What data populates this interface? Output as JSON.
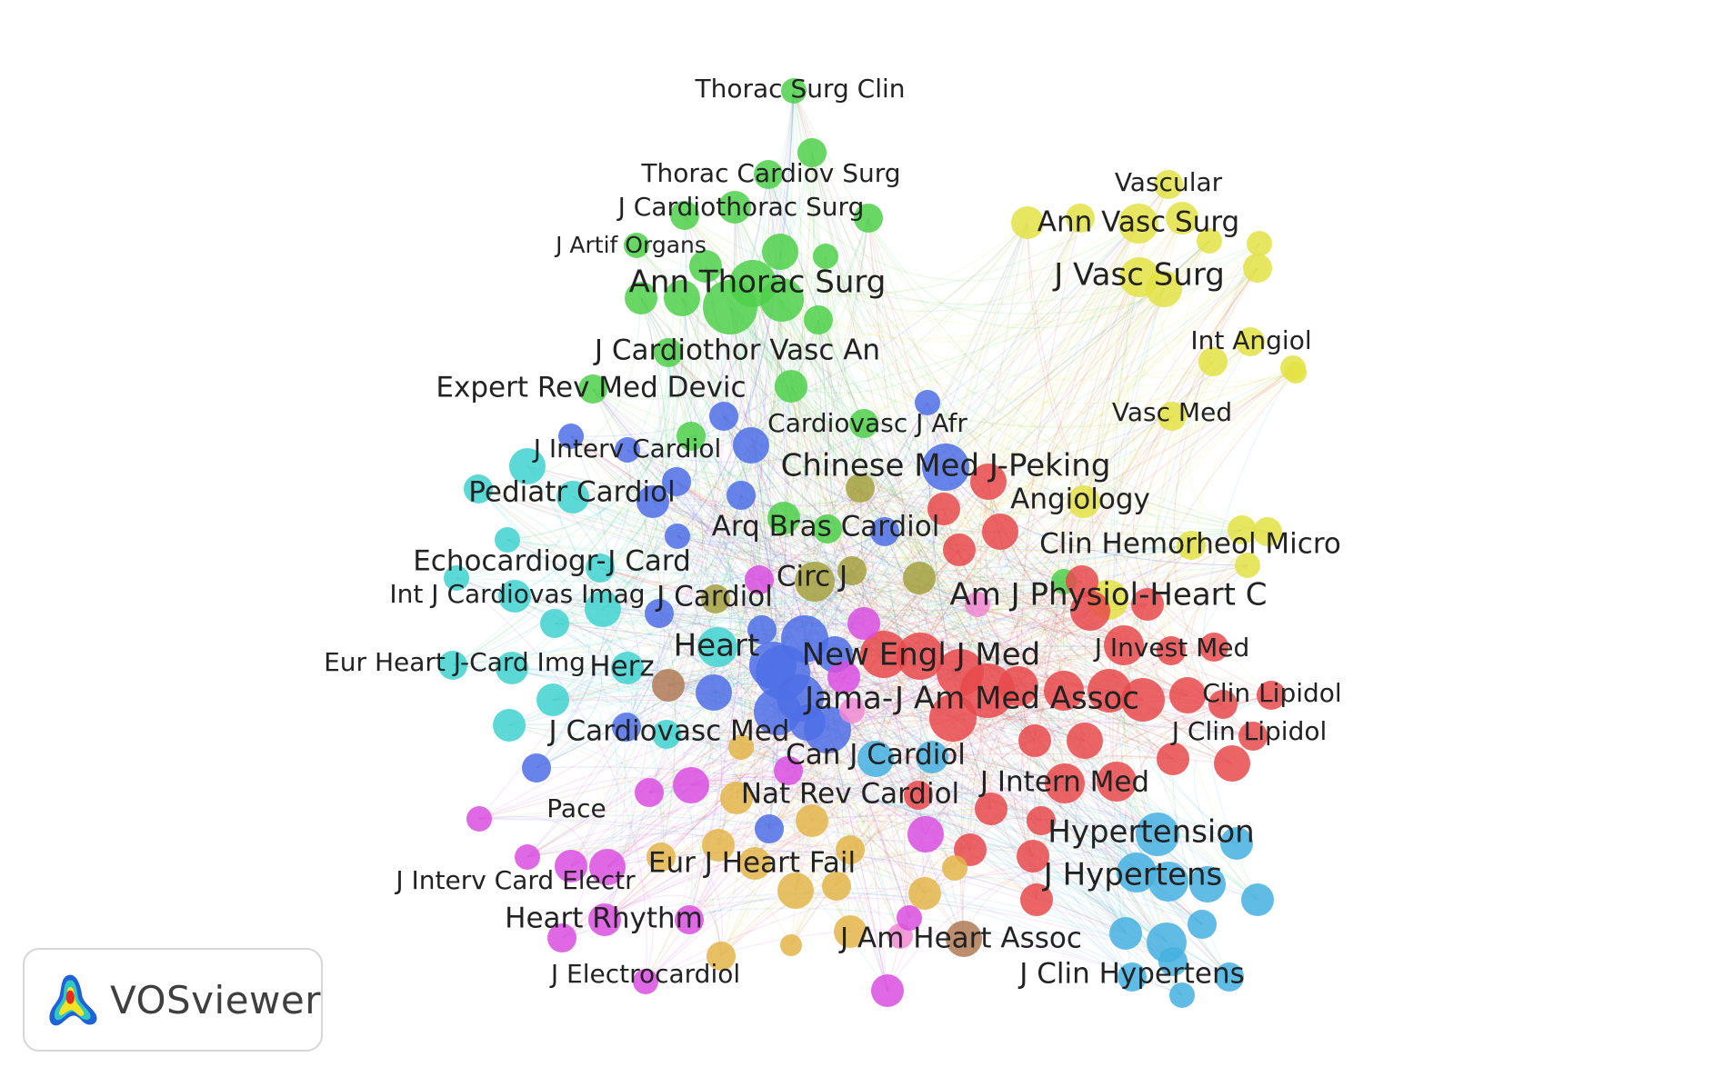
{
  "brand": {
    "name": "VOSviewer",
    "logo_icon": "vosviewer-heatmap-logo-icon"
  },
  "clusters": {
    "red": "#e8494b",
    "green": "#4ed04a",
    "blue": "#4d6fe6",
    "yellow": "#e3e244",
    "cyan": "#40d2d0",
    "magenta": "#d94ee0",
    "orange": "#e3b54a",
    "lightblue": "#45b0e0",
    "brown": "#b07a55",
    "olive": "#a5a040",
    "pink": "#f08ad2"
  },
  "labels": [
    {
      "id": "thorac-surg-clin",
      "text": "Thorac Surg Clin",
      "cluster": "green",
      "size": 1
    },
    {
      "id": "thorac-cardiov-surg",
      "text": "Thorac Cardiov Surg",
      "cluster": "green",
      "size": 1
    },
    {
      "id": "j-cardiothorac-surg",
      "text": "J Cardiothorac Surg",
      "cluster": "green",
      "size": 1
    },
    {
      "id": "j-artif-organs",
      "text": "J Artif Organs",
      "cluster": "green",
      "size": 0
    },
    {
      "id": "ann-thorac-surg",
      "text": "Ann Thorac Surg",
      "cluster": "green",
      "size": 3
    },
    {
      "id": "j-cardiothor-vasc-an",
      "text": "J Cardiothor Vasc An",
      "cluster": "green",
      "size": 2
    },
    {
      "id": "expert-rev-med-devic",
      "text": "Expert Rev Med Devic",
      "cluster": "green",
      "size": 2
    },
    {
      "id": "cardiovasc-j-afr",
      "text": "Cardiovasc J Afr",
      "cluster": "green",
      "size": 1
    },
    {
      "id": "arq-bras-cardiol",
      "text": "Arq Bras Cardiol",
      "cluster": "green",
      "size": 2
    },
    {
      "id": "vascular",
      "text": "Vascular",
      "cluster": "yellow",
      "size": 1
    },
    {
      "id": "ann-vasc-surg",
      "text": "Ann Vasc Surg",
      "cluster": "yellow",
      "size": 2
    },
    {
      "id": "j-vasc-surg",
      "text": "J Vasc Surg",
      "cluster": "yellow",
      "size": 3
    },
    {
      "id": "int-angiol",
      "text": "Int Angiol",
      "cluster": "yellow",
      "size": 1
    },
    {
      "id": "vasc-med",
      "text": "Vasc Med",
      "cluster": "yellow",
      "size": 1
    },
    {
      "id": "angiology",
      "text": "Angiology",
      "cluster": "yellow",
      "size": 2
    },
    {
      "id": "clin-hemorheol-micro",
      "text": "Clin Hemorheol Micro",
      "cluster": "yellow",
      "size": 2
    },
    {
      "id": "j-interv-cardiol",
      "text": "J Interv Cardiol",
      "cluster": "blue",
      "size": 1
    },
    {
      "id": "chinese-med-j-peking",
      "text": "Chinese Med J-Peking",
      "cluster": "blue",
      "size": 3
    },
    {
      "id": "pediatr-cardiol",
      "text": "Pediatr Cardiol",
      "cluster": "cyan",
      "size": 2
    },
    {
      "id": "echocardiogr-j-card",
      "text": "Echocardiogr-J Card",
      "cluster": "cyan",
      "size": 2
    },
    {
      "id": "int-j-cardiovas-imag",
      "text": "Int J Cardiovas Imag",
      "cluster": "cyan",
      "size": 1
    },
    {
      "id": "j-cardiol",
      "text": "J Cardiol",
      "cluster": "blue",
      "size": 2
    },
    {
      "id": "circ-j",
      "text": "Circ J",
      "cluster": "olive",
      "size": 2
    },
    {
      "id": "am-j-physiol-heart-c",
      "text": "Am J Physiol-Heart C",
      "cluster": "red",
      "size": 3
    },
    {
      "id": "heart",
      "text": "Heart",
      "cluster": "cyan",
      "size": 3
    },
    {
      "id": "new-engl-j-med",
      "text": "New Engl J Med",
      "cluster": "red",
      "size": 3
    },
    {
      "id": "j-invest-med",
      "text": "J Invest Med",
      "cluster": "red",
      "size": 1
    },
    {
      "id": "eur-heart-j-card-img",
      "text": "Eur Heart J-Card Img",
      "cluster": "cyan",
      "size": 1
    },
    {
      "id": "herz",
      "text": "Herz",
      "cluster": "cyan",
      "size": 2
    },
    {
      "id": "jama-j-am-med-assoc",
      "text": "Jama-J Am Med Assoc",
      "cluster": "red",
      "size": 3
    },
    {
      "id": "clin-lipidol",
      "text": "Clin Lipidol",
      "cluster": "red",
      "size": 1
    },
    {
      "id": "j-cardiovasc-med",
      "text": "J Cardiovasc Med",
      "cluster": "blue",
      "size": 2
    },
    {
      "id": "j-clin-lipidol",
      "text": "J Clin Lipidol",
      "cluster": "red",
      "size": 1
    },
    {
      "id": "can-j-cardiol",
      "text": "Can J Cardiol",
      "cluster": "lightblue",
      "size": 2
    },
    {
      "id": "nat-rev-cardiol",
      "text": "Nat Rev Cardiol",
      "cluster": "orange",
      "size": 2
    },
    {
      "id": "j-intern-med",
      "text": "J Intern Med",
      "cluster": "red",
      "size": 2
    },
    {
      "id": "pace",
      "text": "Pace",
      "cluster": "magenta",
      "size": 1
    },
    {
      "id": "hypertension",
      "text": "Hypertension",
      "cluster": "lightblue",
      "size": 3
    },
    {
      "id": "eur-j-heart-fail",
      "text": "Eur J Heart Fail",
      "cluster": "orange",
      "size": 2
    },
    {
      "id": "j-hypertens",
      "text": "J Hypertens",
      "cluster": "lightblue",
      "size": 3
    },
    {
      "id": "j-interv-card-electr",
      "text": "J Interv Card Electr",
      "cluster": "magenta",
      "size": 1
    },
    {
      "id": "heart-rhythm",
      "text": "Heart Rhythm",
      "cluster": "magenta",
      "size": 2
    },
    {
      "id": "j-am-heart-assoc",
      "text": "J Am Heart Assoc",
      "cluster": "brown",
      "size": 2
    },
    {
      "id": "j-electrocardiol",
      "text": "J Electrocardiol",
      "cluster": "magenta",
      "size": 1
    },
    {
      "id": "j-clin-hypertens",
      "text": "J Clin Hypertens",
      "cluster": "lightblue",
      "size": 2
    }
  ]
}
